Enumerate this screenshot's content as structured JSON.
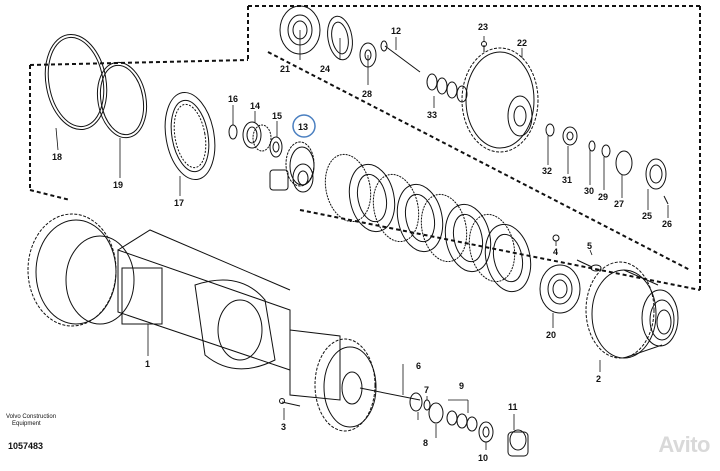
{
  "caption": {
    "line1": "Volvo Construction",
    "line2": "Equipment",
    "part_number": "1057483"
  },
  "watermark": "Avito",
  "callouts": [
    "1",
    "2",
    "3",
    "4",
    "5",
    "6",
    "7",
    "8",
    "9",
    "10",
    "11",
    "12",
    "13",
    "14",
    "15",
    "16",
    "17",
    "18",
    "19",
    "20",
    "21",
    "22",
    "23",
    "24",
    "25",
    "26",
    "27",
    "28",
    "29",
    "30",
    "31",
    "32",
    "33"
  ],
  "highlighted_callout": "13",
  "colors": {
    "ink": "#111111",
    "highlight_ring": "#4a7fc0"
  }
}
